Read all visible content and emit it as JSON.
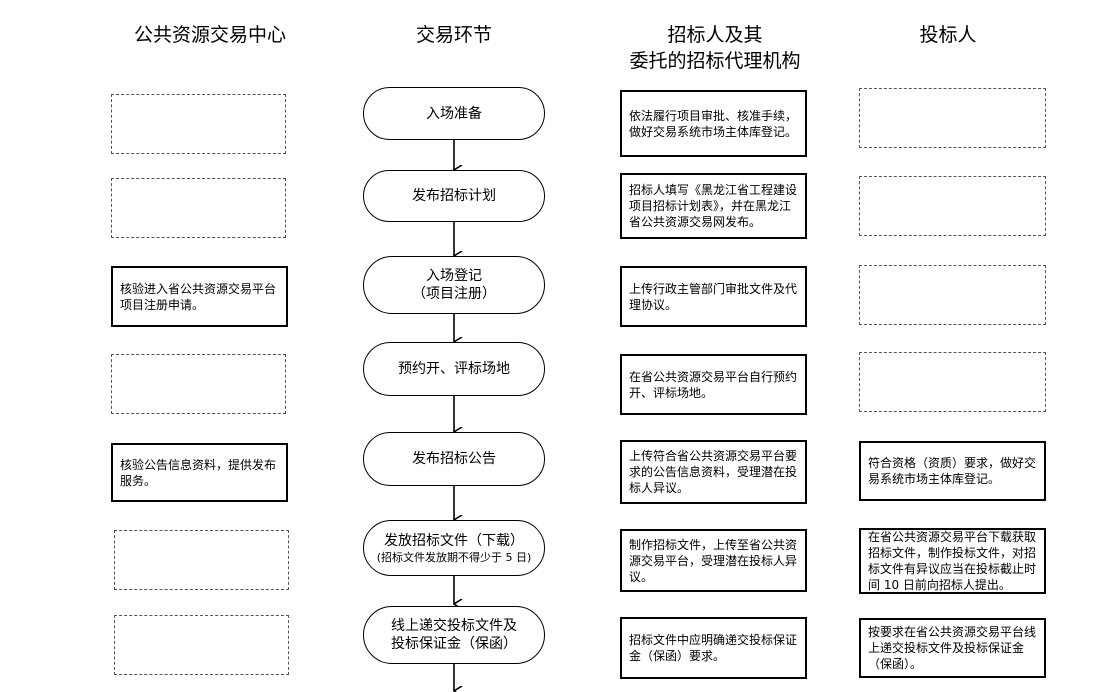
{
  "headers": {
    "center": "公共资源交易中心",
    "stage": "交易环节",
    "tenderer_line1": "招标人及其",
    "tenderer_line2": "委托的招标代理机构",
    "bidder": "投标人"
  },
  "steps": [
    {
      "label": "入场准备",
      "sub": "",
      "center_text": "",
      "tenderer_text": "依法履行项目审批、核准手续，做好交易系统市场主体库登记。",
      "bidder_text": ""
    },
    {
      "label": "发布招标计划",
      "sub": "",
      "center_text": "",
      "tenderer_text": "招标人填写《黑龙江省工程建设项目招标计划表》，并在黑龙江省公共资源交易网发布。",
      "bidder_text": ""
    },
    {
      "label": "入场登记",
      "sub": "（项目注册）",
      "center_text": "核验进入省公共资源交易平台项目注册申请。",
      "tenderer_text": "上传行政主管部门审批文件及代理协议。",
      "bidder_text": ""
    },
    {
      "label": "预约开、评标场地",
      "sub": "",
      "center_text": "",
      "tenderer_text": "在省公共资源交易平台自行预约开、评标场地。",
      "bidder_text": ""
    },
    {
      "label": "发布招标公告",
      "sub": "",
      "center_text": "核验公告信息资料，提供发布服务。",
      "tenderer_text": "上传符合省公共资源交易平台要求的公告信息资料，受理潜在投标人异议。",
      "bidder_text": "符合资格（资质）要求，做好交易系统市场主体库登记。"
    },
    {
      "label": "发放招标文件（下载）",
      "sub": "(招标文件发放期不得少于 5 日)",
      "center_text": "",
      "tenderer_text": "制作招标文件，上传至省公共资源交易平台，受理潜在投标人异议。",
      "bidder_text": "在省公共资源交易平台下载获取招标文件，制作投标文件，对招标文件有异议应当在投标截止时间 10 日前向招标人提出。"
    },
    {
      "label": "线上递交投标文件及投标保证金（保函）",
      "sub": "",
      "center_text": "",
      "tenderer_text": "招标文件中应明确递交投标保证金（保函）要求。",
      "bidder_text": "按要求在省公共资源交易平台线上递交投标文件及投标保证金（保函）。"
    }
  ]
}
